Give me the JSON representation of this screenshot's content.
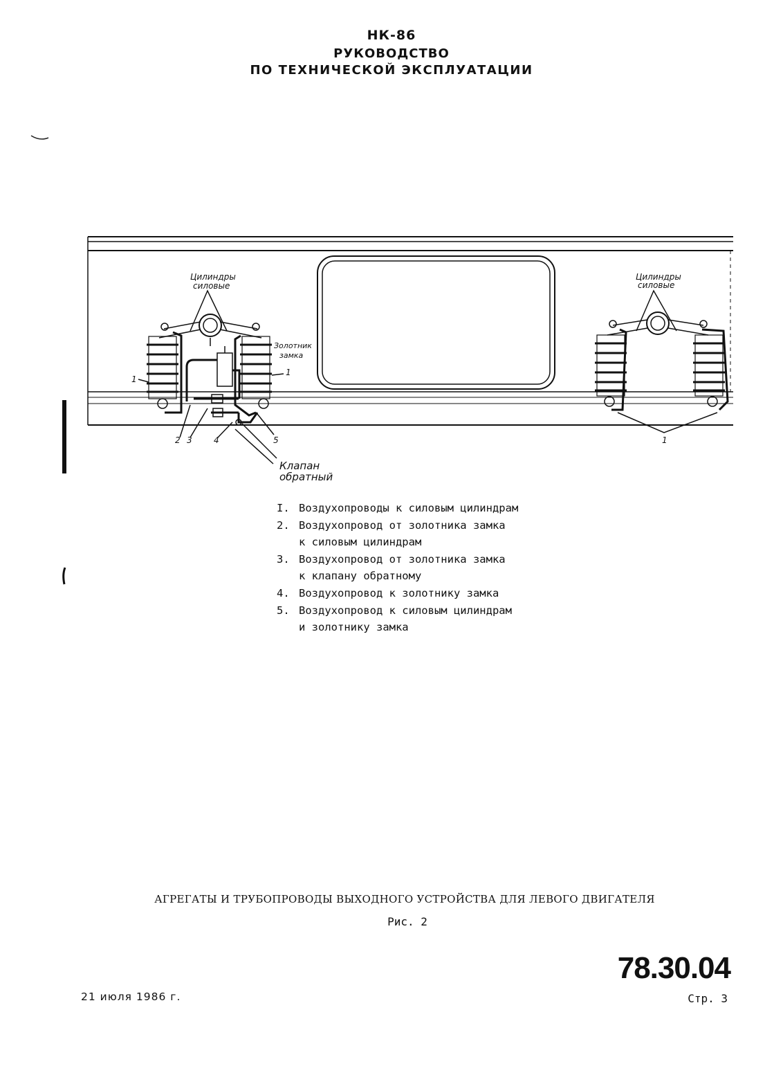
{
  "header": {
    "line1": "НК-86",
    "line2": "РУКОВОДСТВО",
    "line3": "ПО ТЕХНИЧЕСКОЙ ЭКСПЛУАТАЦИИ"
  },
  "figure": {
    "label_cylinders_left_1": "Цилиндры",
    "label_cylinders_left_2": "силовые",
    "label_cylinders_right_1": "Цилиндры",
    "label_cylinders_right_2": "силовые",
    "label_spool_1": "Золотник",
    "label_spool_2": "замка",
    "label_valve_1": "Клапан",
    "label_valve_2": "обратный",
    "callout_1_left": "1",
    "callout_1_mid": "1",
    "callout_1_right": "1",
    "callout_2": "2",
    "callout_3": "3",
    "callout_4": "4",
    "callout_5": "5"
  },
  "legend": [
    {
      "num": "I.",
      "lines": [
        "Воздухопроводы к силовым цилиндрам"
      ]
    },
    {
      "num": "2.",
      "lines": [
        "Воздухопровод от золотника замка",
        "к силовым цилиндрам"
      ]
    },
    {
      "num": "3.",
      "lines": [
        "Воздухопровод от золотника замка",
        "к клапану обратному"
      ]
    },
    {
      "num": "4.",
      "lines": [
        "Воздухопровод к золотнику замка"
      ]
    },
    {
      "num": "5.",
      "lines": [
        "Воздухопровод к силовым цилиндрам",
        "и золотнику замка"
      ]
    }
  ],
  "caption": "АГРЕГАТЫ И ТРУБОПРОВОДЫ ВЫХОДНОГО УСТРОЙСТВА ДЛЯ ЛЕВОГО ДВИГАТЕЛЯ",
  "figure_number": "Рис. 2",
  "document_number": "78.30.04",
  "date": "21 июля 1986 г.",
  "page": "Стр. 3"
}
